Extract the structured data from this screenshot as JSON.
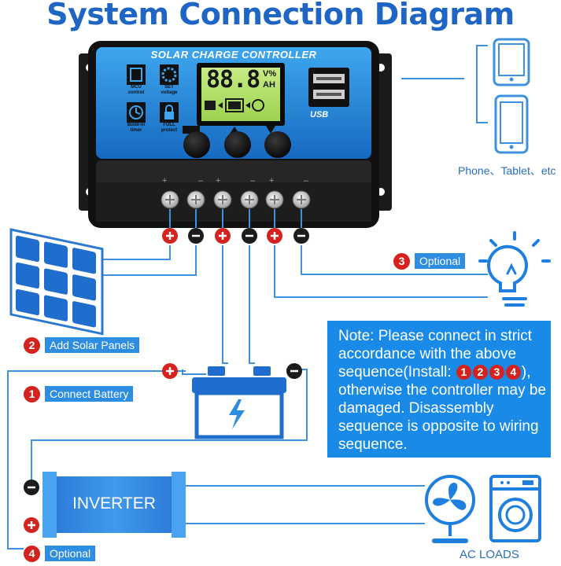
{
  "title": "System Connection Diagram",
  "controller": {
    "label": "SOLAR CHARGE CONTROLLER",
    "lcd_digits": "88.8",
    "lcd_unit_top": "V%",
    "lcd_unit_bottom": "AH",
    "usb_label": "USB",
    "btn_mcu": "MCU\ncontrol",
    "btn_set": "SET\nvoltage",
    "btn_timer": "Build-in\ntimer",
    "btn_protect": "FULL\nprotect",
    "terminal_marks": [
      "+",
      "–",
      "+",
      "–",
      "+",
      "–"
    ]
  },
  "steps": [
    {
      "number": "1",
      "label": "Connect Battery"
    },
    {
      "number": "2",
      "label": "Add Solar Panels"
    },
    {
      "number": "3",
      "label": "Optional"
    },
    {
      "number": "4",
      "label": "Optional"
    }
  ],
  "devices": {
    "phone_tablet_label": "Phone、Tablet、etc",
    "inverter_label": "INVERTER",
    "ac_loads_label": "AC LOADS"
  },
  "note": {
    "text_before": "Note: Please connect in strict accordance with the above sequence(Install: ",
    "sequence": [
      "1",
      "2",
      "3",
      "4"
    ],
    "text_after": "), otherwise the controller may be damaged. Disassembly sequence is opposite to wiring sequence."
  },
  "colors": {
    "accent_blue": "#2d8de0",
    "title_blue": "#1f66c4",
    "positive_red": "#d4231e",
    "negative_black": "#1c1c1c",
    "wire_blue": "#3e91dc"
  }
}
